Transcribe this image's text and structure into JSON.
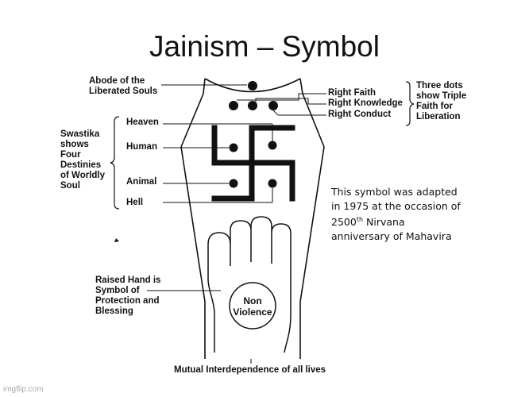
{
  "title": "Jainism – Symbol",
  "labels": {
    "abode": [
      "Abode of the",
      "Liberated Souls"
    ],
    "heaven": "Heaven",
    "human": "Human",
    "animal": "Animal",
    "hell": "Hell",
    "swastika": [
      "Swastika",
      "shows",
      "Four",
      "Destinies",
      "of Worldly",
      "Soul"
    ],
    "right_faith": "Right Faith",
    "right_knowledge": "Right Knowledge",
    "right_conduct": "Right Conduct",
    "three_dots": [
      "Three dots",
      "show Triple",
      "Faith for",
      "Liberation"
    ],
    "raised_hand": [
      "Raised Hand is",
      "Symbol of",
      "Protection and",
      "Blessing"
    ],
    "non_violence": [
      "Non",
      "Violence"
    ],
    "mutual": "Mutual Interdependence of all lives"
  },
  "note": {
    "line1": "This symbol was adapted",
    "line2": "in 1975 at the occasion of",
    "line3_prefix": "2500",
    "line3_sup": "th",
    "line3_suffix": " Nirvana",
    "line4": "anniversary of Mahavira"
  },
  "watermark": "imgflip.com",
  "colors": {
    "ink": "#111111",
    "background": "#ffffff",
    "watermark": "#aaaaaa"
  }
}
